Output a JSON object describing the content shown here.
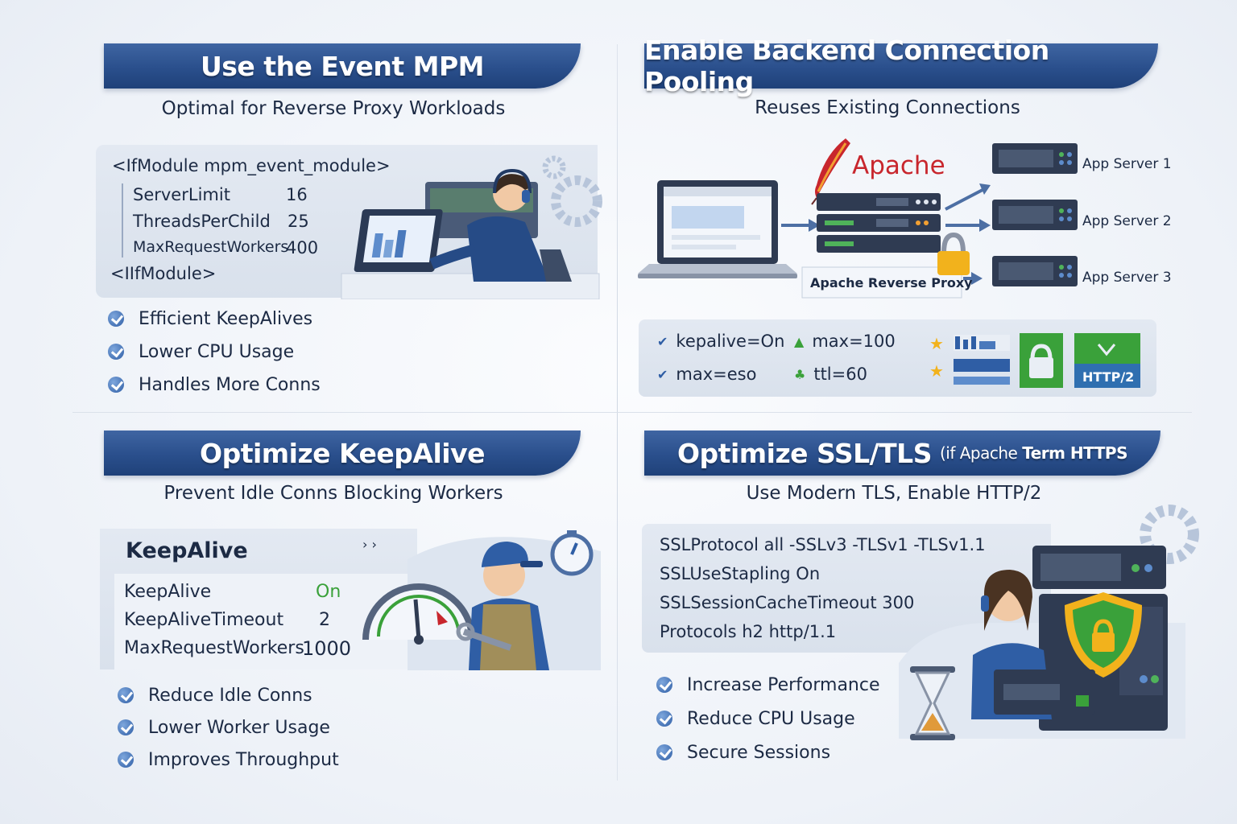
{
  "sections": {
    "mpm": {
      "title": "Use the Event MPM",
      "subtitle": "Optimal for Reverse Proxy Workloads",
      "code_open": "<IfModule mpm_event_module>",
      "directives": [
        {
          "key": "ServerLimit",
          "value": "16"
        },
        {
          "key": "ThreadsPerChild",
          "value": "25"
        },
        {
          "key": "MaxRequestWorkers",
          "value": "400"
        }
      ],
      "code_close": "<IIfModule>",
      "benefits": [
        "Efficient KeepAlives",
        "Lower CPU Usage",
        "Handles More Conns"
      ]
    },
    "pooling": {
      "title": "Enable Backend Connection Pooling",
      "subtitle": "Reuses Existing Connections",
      "apache_label": "Apache",
      "proxy_label": "Apache Reverse Proxy",
      "servers": [
        "App Server 1",
        "App Server 2",
        "App Server 3"
      ],
      "options": [
        {
          "text": "kepalive=On",
          "marker": "check"
        },
        {
          "text": "max=100",
          "marker": "triangle"
        },
        {
          "text": "max=eso",
          "marker": "check"
        },
        {
          "text": "ttl=60",
          "marker": "leaf"
        }
      ],
      "http2_badge": "HTTP/2"
    },
    "keepalive": {
      "title": "Optimize KeepAlive",
      "subtitle": "Prevent Idle Conns Blocking Workers",
      "panel_title": "KeepAlive",
      "panel_arrows": "› ›",
      "directives": [
        {
          "key": "KeepAlive",
          "value": "On"
        },
        {
          "key": "KeepAliveTimeout",
          "value": "2"
        },
        {
          "key": "MaxRequestWorkers",
          "value": "1000"
        }
      ],
      "benefits": [
        "Reduce Idle Conns",
        "Lower Worker Usage",
        "Improves Throughput"
      ]
    },
    "ssl": {
      "title": "Optimize SSL/TLS",
      "title_note_prefix": "(if Apache",
      "title_note_bold": "Term HTTPS",
      "subtitle": "Use Modern TLS, Enable HTTP/2",
      "code_lines": [
        "SSLProtocol  all  -SSLv3  -TLSv1  -TLSv1.1",
        "SSLUseStapling   On",
        "SSLSessionCacheTimeout  300",
        "Protocols  h2  http/1.1"
      ],
      "benefits": [
        "Increase Performance",
        "Reduce CPU Usage",
        "Secure Sessions"
      ]
    }
  },
  "colors": {
    "banner": "#2a4f8c",
    "accent_green": "#3aa13a",
    "apache_red": "#c8262d"
  }
}
